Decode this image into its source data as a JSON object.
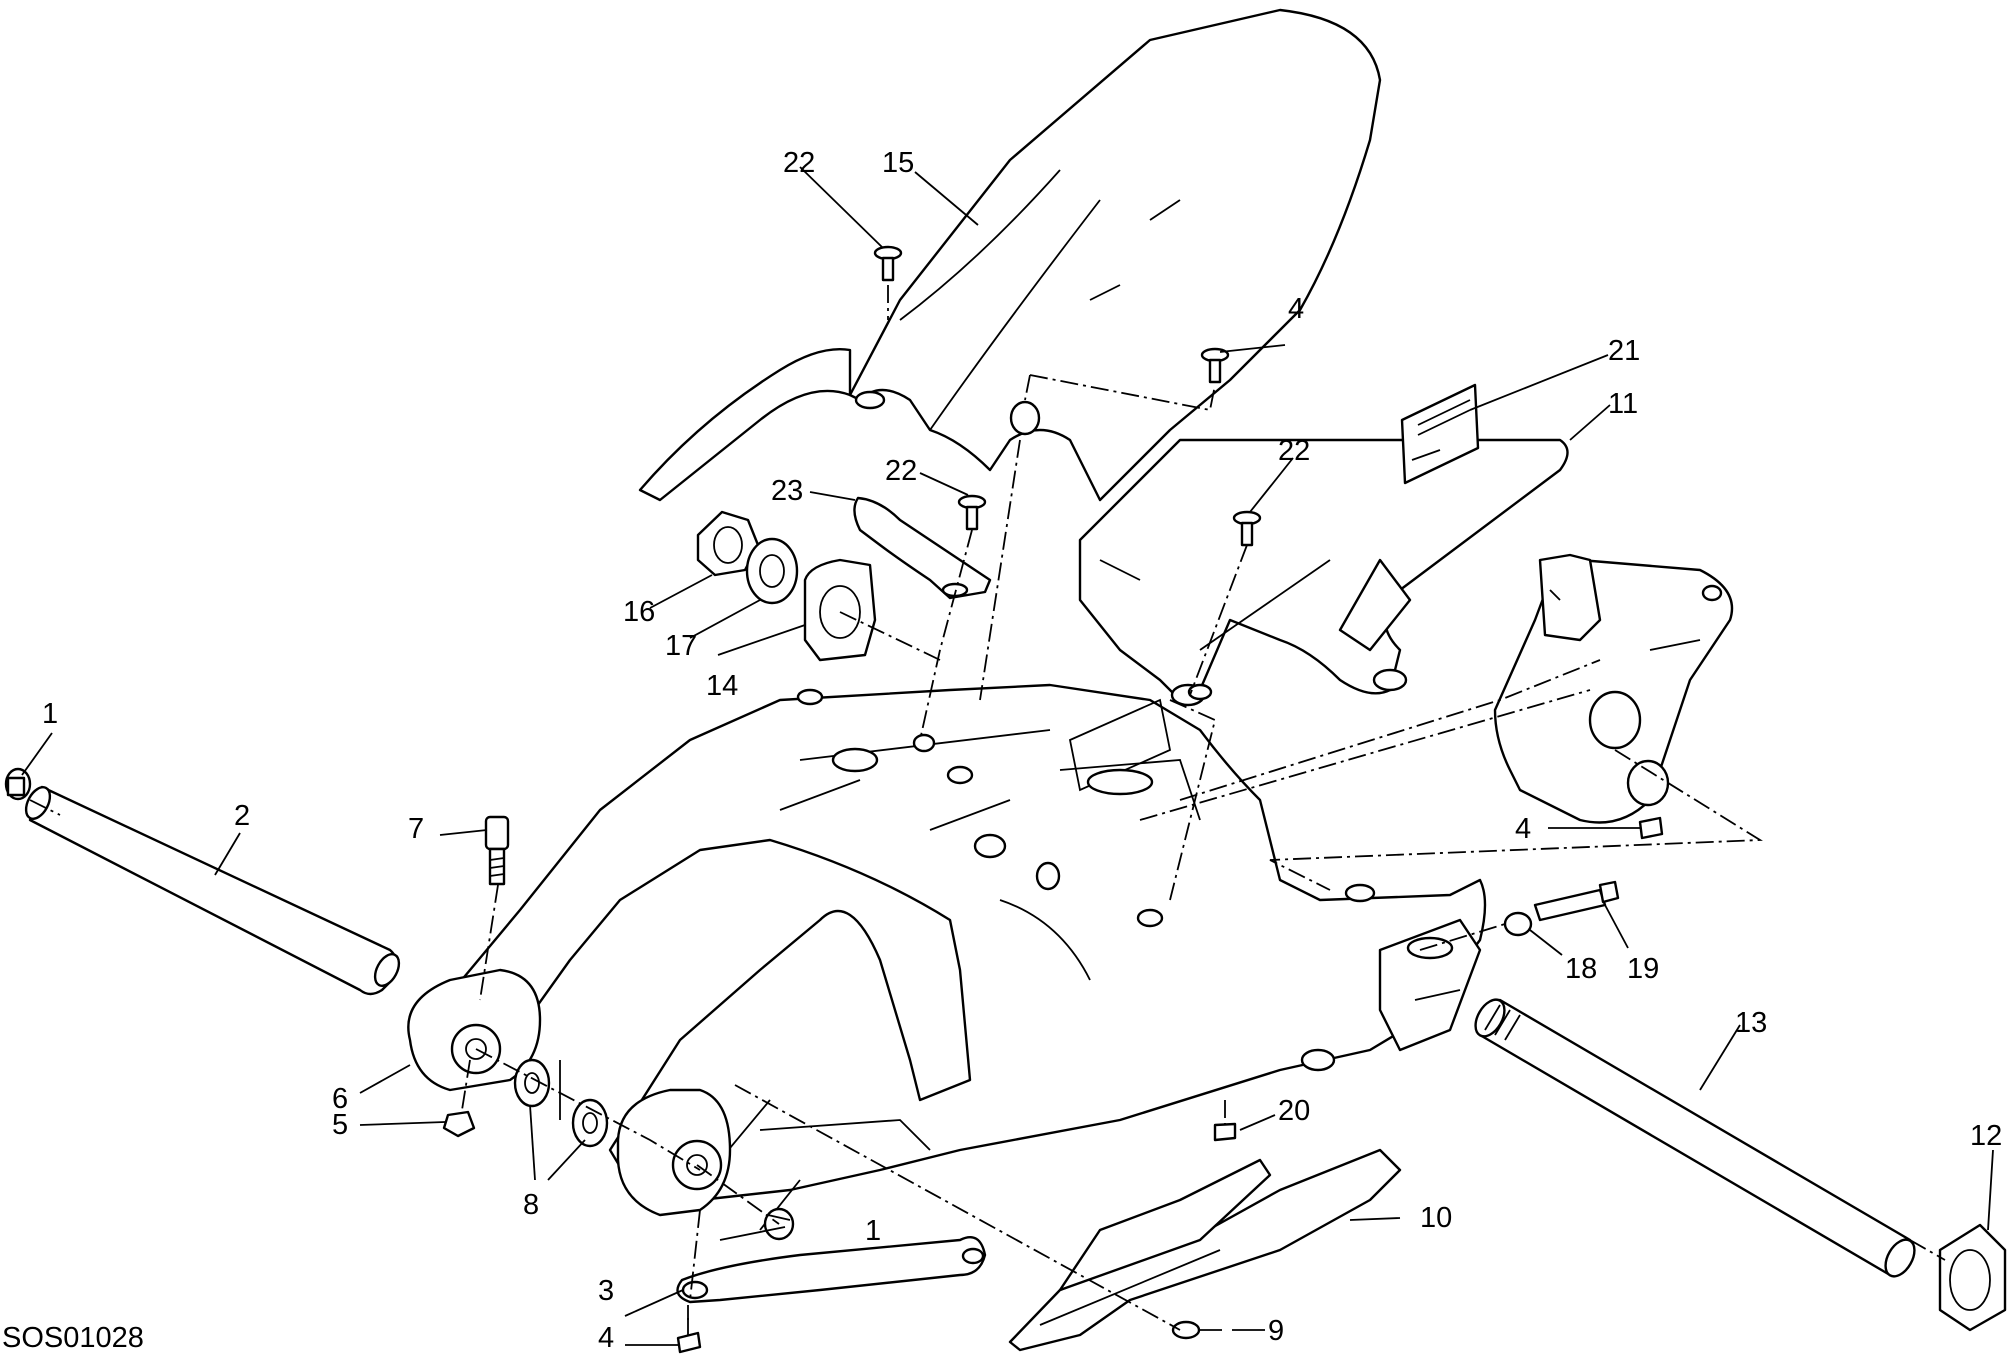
{
  "diagram": {
    "drawing_code": "SOS01028",
    "callouts": {
      "c1a": "1",
      "c1b": "1",
      "c2": "2",
      "c3": "3",
      "c4a": "4",
      "c4b": "4",
      "c4c": "4",
      "c5": "5",
      "c6": "6",
      "c7": "7",
      "c8": "8",
      "c9": "9",
      "c10": "10",
      "c11": "11",
      "c12": "12",
      "c13": "13",
      "c14": "14",
      "c15": "15",
      "c16": "16",
      "c17": "17",
      "c18": "18",
      "c19": "19",
      "c20": "20",
      "c21": "21",
      "c22a": "22",
      "c22b": "22",
      "c22c": "22",
      "c23": "23"
    }
  }
}
